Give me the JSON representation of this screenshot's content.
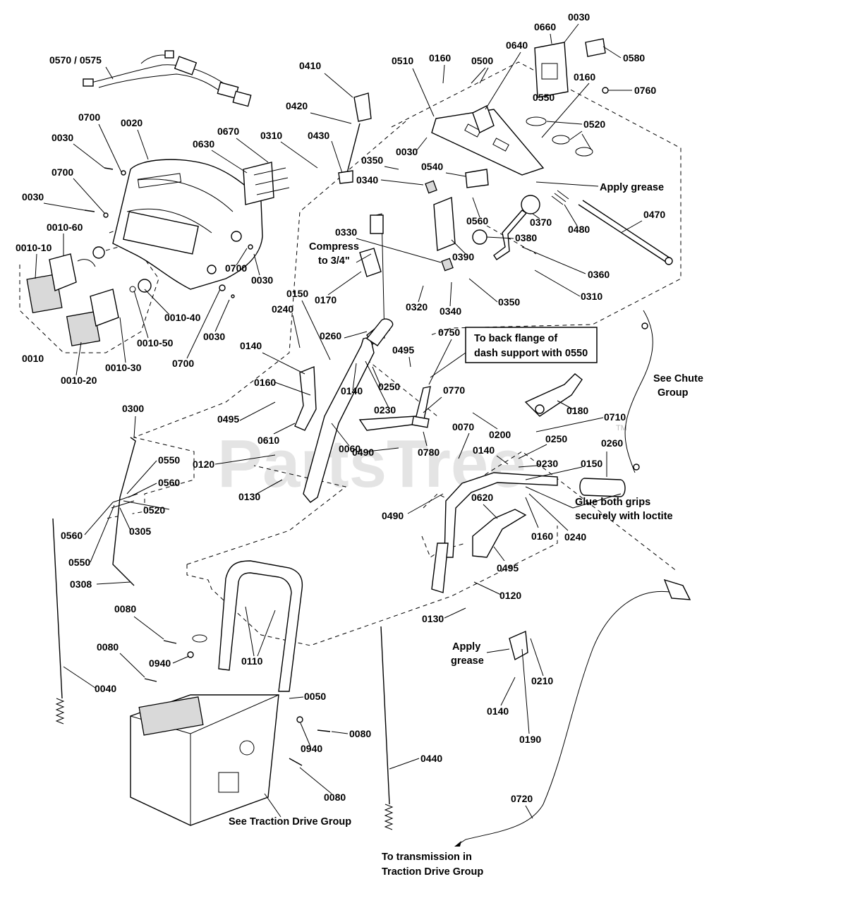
{
  "watermark": "PartsTree",
  "watermark_tm": "TM",
  "callout_box": {
    "line1": "To back flange of",
    "line2": "dash support with 0550"
  },
  "notes": {
    "compress_1": "Compress",
    "compress_2": "to 3/4\"",
    "apply_grease_top": "Apply grease",
    "see_chute_1": "See Chute",
    "see_chute_2": "Group",
    "glue_1": "Glue both grips",
    "glue_2": "securely with loctite",
    "apply_grease_bottom_1": "Apply",
    "apply_grease_bottom_2": "grease",
    "see_traction": "See Traction Drive Group",
    "to_transmission_1": "To transmission in",
    "to_transmission_2": "Traction Drive Group"
  },
  "labels": [
    "0570 / 0575",
    "0700",
    "0020",
    "0030",
    "0670",
    "0630",
    "0310",
    "0700",
    "0030",
    "0010-60",
    "0010-10",
    "0700",
    "0030",
    "0010-40",
    "0010-50",
    "0010",
    "0010-30",
    "0010-20",
    "0700",
    "0030",
    "0410",
    "0420",
    "0430",
    "0510",
    "0160",
    "0500",
    "0640",
    "0660",
    "0030",
    "0580",
    "0760",
    "0160",
    "0550",
    "0520",
    "0350",
    "0030",
    "0340",
    "0540",
    "0560",
    "0370",
    "0480",
    "0470",
    "0330",
    "0380",
    "0390",
    "0360",
    "0310",
    "0170",
    "0320",
    "0340",
    "0350",
    "0150",
    "0240",
    "0260",
    "0140",
    "0160",
    "0495",
    "0750",
    "0250",
    "0140",
    "0230",
    "0770",
    "0495",
    "0610",
    "0060",
    "0780",
    "0490",
    "0120",
    "0130",
    "0180",
    "0710",
    "0070",
    "0200",
    "0250",
    "0260",
    "0140",
    "0230",
    "0150",
    "0490",
    "0620",
    "0160",
    "0240",
    "0495",
    "0120",
    "0130",
    "0300",
    "0550",
    "0560",
    "0520",
    "0560",
    "0305",
    "0550",
    "0308",
    "0080",
    "0080",
    "0940",
    "0110",
    "0040",
    "0050",
    "0080",
    "0940",
    "0080",
    "0440",
    "0210",
    "0140",
    "0190",
    "0720"
  ]
}
